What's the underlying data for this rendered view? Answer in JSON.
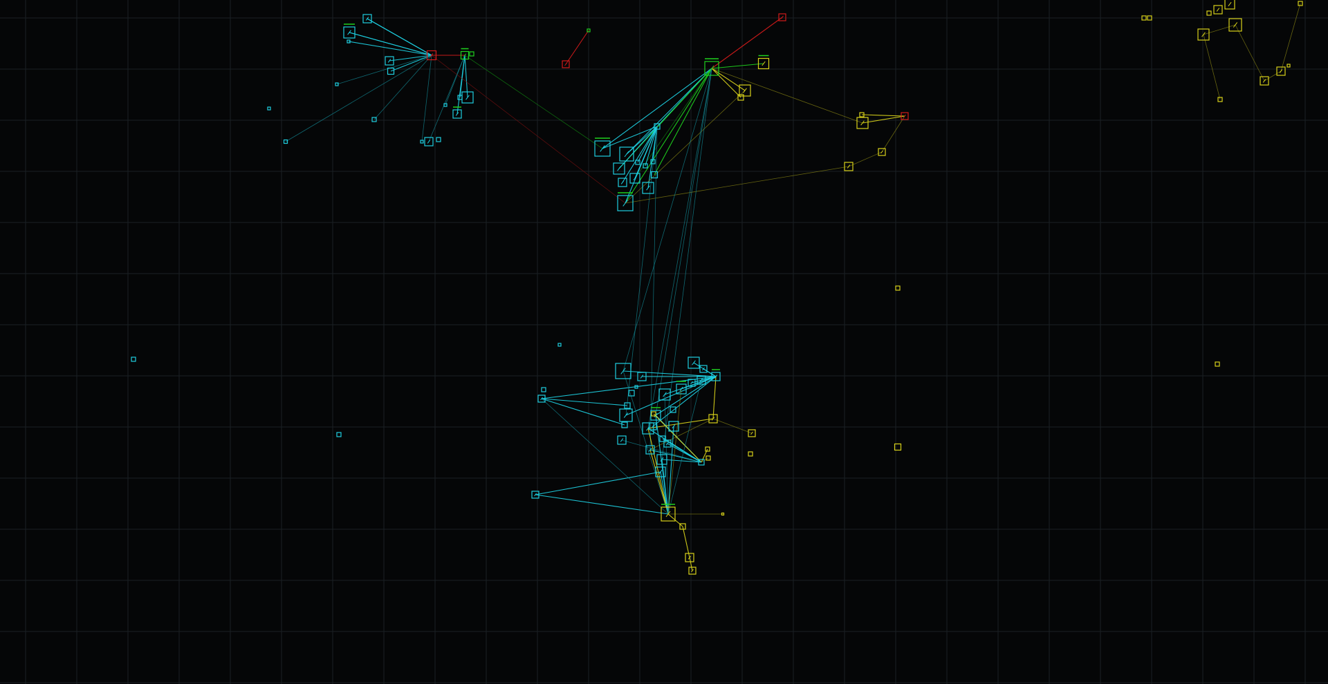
{
  "colors": {
    "background": "#050607",
    "grid": "#1a2024",
    "cyan": "#1ecfe0",
    "cyan_dim": "#138a96",
    "yellow": "#d8d21a",
    "yellow_dim": "#8a8614",
    "green": "#1fd21f",
    "green_dim": "#128a12",
    "red": "#d21a1a",
    "red_dim": "#7a1010"
  },
  "factions": [
    "cyan",
    "yellow",
    "green",
    "red"
  ],
  "map_state": {
    "grid_visible": true,
    "labels": []
  }
}
